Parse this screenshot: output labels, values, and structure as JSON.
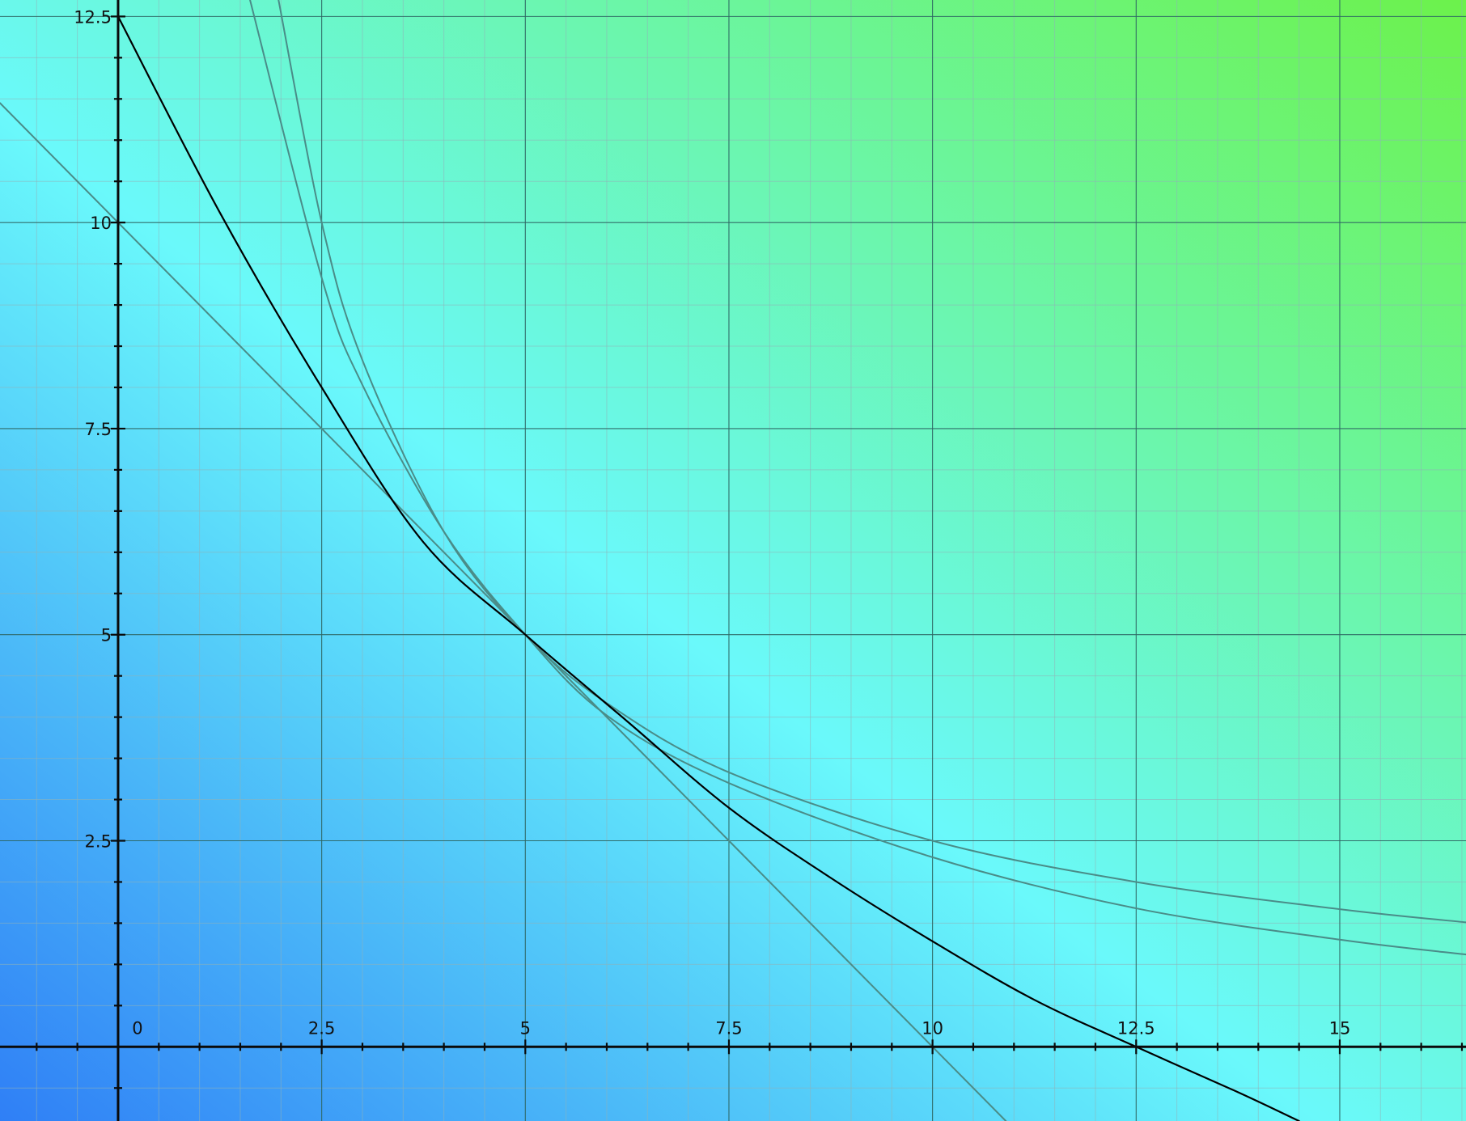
{
  "chart_data": {
    "type": "line",
    "title": "",
    "xlabel": "",
    "ylabel": "",
    "xlim": [
      -1.45,
      16.55
    ],
    "ylim": [
      -0.9,
      12.7
    ],
    "grid": true,
    "x_ticks": [
      "0",
      "2.5",
      "5",
      "7.5",
      "10",
      "12.5",
      "15"
    ],
    "y_ticks": [
      "2.5",
      "5",
      "7.5",
      "10",
      "12.5"
    ],
    "background_gradient": [
      "#2f7ff6",
      "#6af9fb",
      "#6cf24b"
    ],
    "series": [
      {
        "color": "#4a8c88",
        "points": [
          {
            "x": -1.45,
            "y": 11.45
          },
          {
            "x": 0,
            "y": 10
          },
          {
            "x": 2.5,
            "y": 7.5
          },
          {
            "x": 5,
            "y": 5
          },
          {
            "x": 7.5,
            "y": 2.5
          },
          {
            "x": 10,
            "y": 0
          },
          {
            "x": 10.9,
            "y": -0.9
          }
        ]
      },
      {
        "color": "#4a8c88",
        "points": [
          {
            "x": 1.62,
            "y": 12.7
          },
          {
            "x": 2.5,
            "y": 9.33
          },
          {
            "x": 3,
            "y": 8.03
          },
          {
            "x": 4,
            "y": 6.25
          },
          {
            "x": 5,
            "y": 5
          },
          {
            "x": 6,
            "y": 4.02
          },
          {
            "x": 7.5,
            "y": 3.2
          },
          {
            "x": 10,
            "y": 2.3
          },
          {
            "x": 12.5,
            "y": 1.68
          },
          {
            "x": 15,
            "y": 1.3
          },
          {
            "x": 16.55,
            "y": 1.12
          }
        ]
      },
      {
        "color": "#4a8c88",
        "points": [
          {
            "x": 1.97,
            "y": 12.7
          },
          {
            "x": 2.5,
            "y": 10
          },
          {
            "x": 3,
            "y": 8.33
          },
          {
            "x": 4,
            "y": 6.25
          },
          {
            "x": 5,
            "y": 5
          },
          {
            "x": 6,
            "y": 4.17
          },
          {
            "x": 7.5,
            "y": 3.33
          },
          {
            "x": 10,
            "y": 2.5
          },
          {
            "x": 12.5,
            "y": 2
          },
          {
            "x": 15,
            "y": 1.67
          },
          {
            "x": 16.55,
            "y": 1.51
          }
        ]
      },
      {
        "color": "#000000",
        "points": [
          {
            "x": 0,
            "y": 12.5
          },
          {
            "x": 1.25,
            "y": 10.12
          },
          {
            "x": 2.5,
            "y": 8
          },
          {
            "x": 3.75,
            "y": 6.12
          },
          {
            "x": 5,
            "y": 5
          },
          {
            "x": 6.25,
            "y": 3.95
          },
          {
            "x": 7.5,
            "y": 2.9
          },
          {
            "x": 8.75,
            "y": 2.05
          },
          {
            "x": 10,
            "y": 1.28
          },
          {
            "x": 11.25,
            "y": 0.57
          },
          {
            "x": 12.5,
            "y": 0
          },
          {
            "x": 13.75,
            "y": -0.55
          },
          {
            "x": 14.5,
            "y": -0.9
          }
        ]
      }
    ]
  }
}
